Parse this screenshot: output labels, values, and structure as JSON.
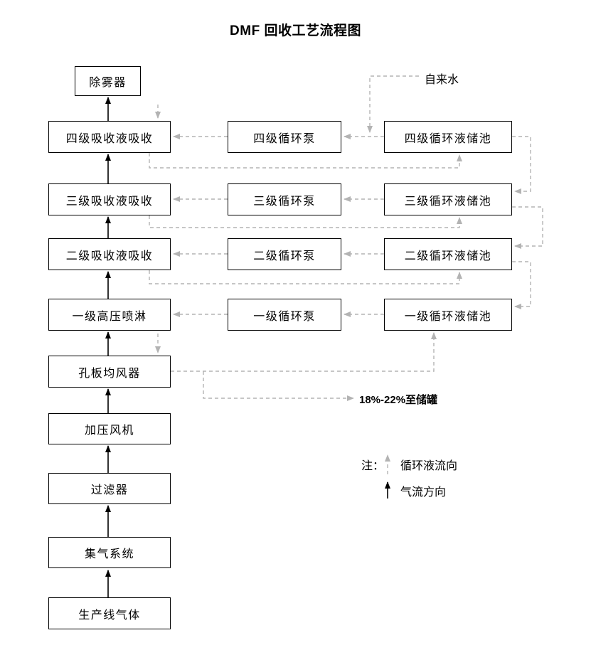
{
  "title": "DMF 回收工艺流程图",
  "diagram": {
    "gas_nodes": [
      {
        "label": "生产线气体"
      },
      {
        "label": "集气系统"
      },
      {
        "label": "过滤器"
      },
      {
        "label": "加压风机"
      },
      {
        "label": "孔板均风器"
      },
      {
        "label": "一级高压喷淋"
      },
      {
        "label": "二级吸收液吸收"
      },
      {
        "label": "三级吸收液吸收"
      },
      {
        "label": "四级吸收液吸收"
      },
      {
        "label": "除雾器"
      }
    ],
    "pumps": [
      {
        "label": "四级循环泵"
      },
      {
        "label": "三级循环泵"
      },
      {
        "label": "二级循环泵"
      },
      {
        "label": "一级循环泵"
      }
    ],
    "tanks": [
      {
        "label": "四级循环液储池"
      },
      {
        "label": "三级循环液储池"
      },
      {
        "label": "二级循环液储池"
      },
      {
        "label": "一级循环液储池"
      }
    ],
    "annotations": {
      "tap_water": "自来水",
      "to_storage": "18%-22%至储罐"
    },
    "legend": {
      "note_label": "注：",
      "items": [
        {
          "label": "循环液流向",
          "style": "dashed-gray"
        },
        {
          "label": "气流方向",
          "style": "solid-black"
        }
      ]
    },
    "colors": {
      "line_gray": "#b3b3b3",
      "line_black": "#000000",
      "box_border": "#000000",
      "box_fill": "#ffffff"
    }
  }
}
